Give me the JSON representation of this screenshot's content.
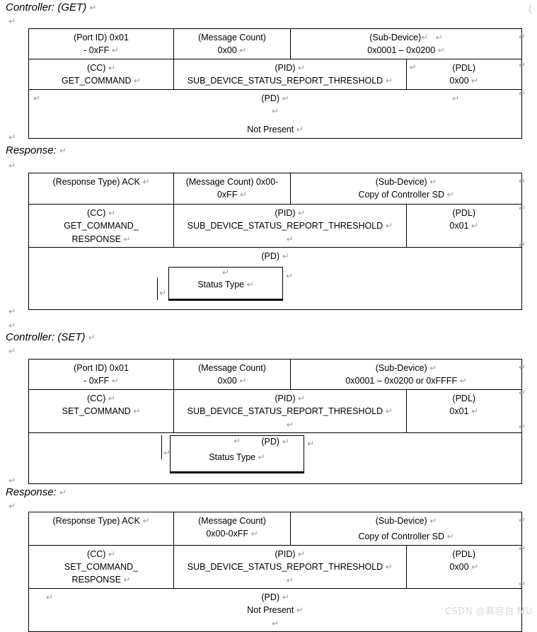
{
  "document": {
    "pilcrow_glyph": "↵",
    "watermark": "CSDN @慕容白 MU",
    "corner_mark": "("
  },
  "sections": [
    {
      "id": "controller-get",
      "heading": "Controller: (GET)",
      "table": {
        "row1": {
          "port_id_l1": "(Port ID) 0x01",
          "port_id_l2": "- 0xFF",
          "message_count_l1": "(Message Count)",
          "message_count_l2": "0x00",
          "sub_device_l1": "(Sub-Device)",
          "sub_device_l2": "0x0001 – 0x0200"
        },
        "row2": {
          "cc_l1": "(CC)",
          "cc_l2": "GET_COMMAND",
          "pid_l1": "(PID)",
          "pid_l2": "SUB_DEVICE_STATUS_REPORT_THRESHOLD",
          "pdl_l1": "(PDL)",
          "pdl_l2": "0x00"
        },
        "row3": {
          "pd_label": "(PD)",
          "pd_value": "Not Present"
        }
      }
    },
    {
      "id": "get-response",
      "heading": "Response:",
      "table": {
        "row1": {
          "response_type": "(Response Type) ACK",
          "message_count_l1": "(Message Count) 0x00-",
          "message_count_l2": "0xFF",
          "sub_device_l1": "(Sub-Device)",
          "sub_device_l2": "Copy of Controller SD"
        },
        "row2": {
          "cc_l1": "(CC)",
          "cc_l2": "GET_COMMAND_",
          "cc_l3": "RESPONSE",
          "pid_l1": "(PID)",
          "pid_l2": "SUB_DEVICE_STATUS_REPORT_THRESHOLD",
          "pdl_l1": "(PDL)",
          "pdl_l2": "0x01"
        },
        "row3": {
          "pd_label": "(PD)",
          "status_box_label": "Status Type"
        }
      }
    },
    {
      "id": "controller-set",
      "heading": "Controller: (SET)",
      "table": {
        "row1": {
          "port_id_l1": "(Port ID) 0x01",
          "port_id_l2": "- 0xFF",
          "message_count_l1": "(Message Count)",
          "message_count_l2": "0x00",
          "sub_device_l1": "(Sub-Device)",
          "sub_device_l2": "0x0001 – 0x0200 or 0xFFFF"
        },
        "row2": {
          "cc_l1": "(CC)",
          "cc_l2": "SET_COMMAND",
          "pid_l1": "(PID)",
          "pid_l2": "SUB_DEVICE_STATUS_REPORT_THRESHOLD",
          "pdl_l1": "(PDL)",
          "pdl_l2": "0x01"
        },
        "row3": {
          "pd_label": "(PD)",
          "status_box_label": "Status Type"
        }
      }
    },
    {
      "id": "set-response",
      "heading": "Response:",
      "table": {
        "row1": {
          "response_type": "(Response Type) ACK",
          "message_count_l1": "(Message Count)",
          "message_count_l2": "0x00-0xFF",
          "sub_device_l1": "(Sub-Device)",
          "sub_device_l2": "Copy of Controller SD"
        },
        "row2": {
          "cc_l1": "(CC)",
          "cc_l2": "SET_COMMAND_",
          "cc_l3": "RESPONSE",
          "pid_l1": "(PID)",
          "pid_l2": "SUB_DEVICE_STATUS_REPORT_THRESHOLD",
          "pdl_l1": "(PDL)",
          "pdl_l2": "0x00"
        },
        "row3": {
          "pd_label": "(PD)",
          "pd_value": "Not Present"
        }
      }
    }
  ]
}
